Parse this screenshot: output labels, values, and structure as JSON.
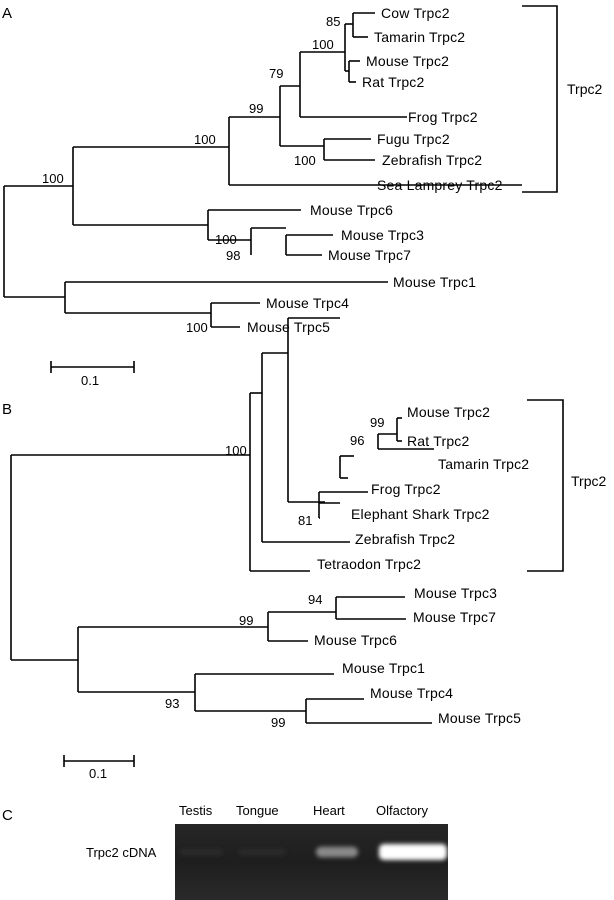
{
  "panel_a": {
    "letter": "A",
    "leaves": [
      "Cow Trpc2",
      "Tamarin Trpc2",
      "Mouse Trpc2",
      "Rat Trpc2",
      "Frog Trpc2",
      "Fugu Trpc2",
      "Zebrafish Trpc2",
      "Sea Lamprey Trpc2",
      "Mouse Trpc6",
      "Mouse Trpc3",
      "Mouse Trpc7",
      "Mouse Trpc1",
      "Mouse Trpc4",
      "Mouse Trpc5"
    ],
    "bootstraps": [
      "85",
      "100",
      "79",
      "99",
      "100",
      "100",
      "100",
      "98",
      "100"
    ],
    "clade_label": "Trpc2",
    "scale_label": "0.1"
  },
  "panel_b": {
    "letter": "B",
    "leaves": [
      "Mouse Trpc2",
      "Rat Trpc2",
      "Tamarin Trpc2",
      "Frog Trpc2",
      "Elephant Shark Trpc2",
      "Zebrafish Trpc2",
      "Tetraodon Trpc2",
      "Mouse Trpc3",
      "Mouse Trpc7",
      "Mouse Trpc6",
      "Mouse Trpc1",
      "Mouse Trpc4",
      "Mouse Trpc5"
    ],
    "bootstraps": [
      "99",
      "96",
      "81",
      "100",
      "94",
      "99",
      "93",
      "99"
    ],
    "clade_label": "Trpc2",
    "scale_label": "0.1"
  },
  "panel_c": {
    "letter": "C",
    "lanes": [
      "Testis",
      "Tongue",
      "Heart",
      "Olfactory"
    ],
    "row_label": "Trpc2 cDNA",
    "band_intensity": [
      0.02,
      0.02,
      0.45,
      1.0
    ]
  }
}
